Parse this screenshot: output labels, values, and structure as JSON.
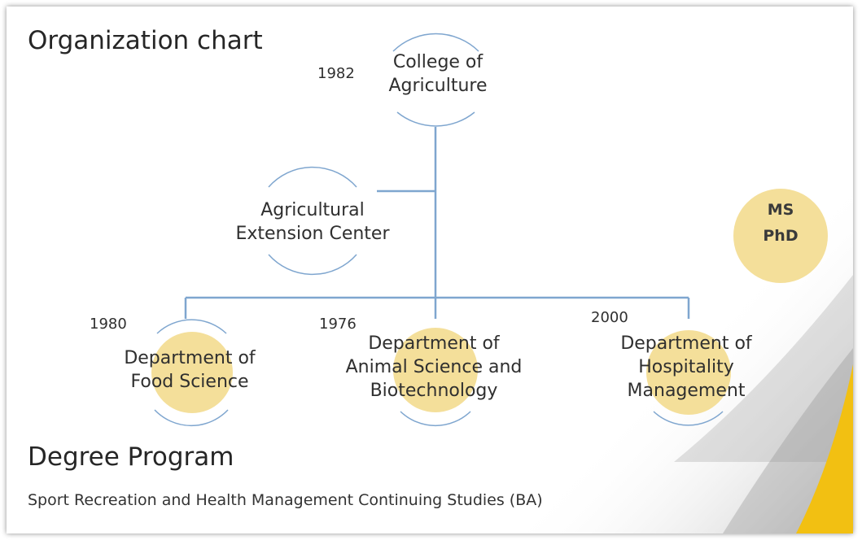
{
  "title": "Organization chart",
  "root": {
    "label_line1": "College of",
    "label_line2": "Agriculture",
    "year": "1982"
  },
  "extension": {
    "label_line1": "Agricultural",
    "label_line2": "Extension Center"
  },
  "departments": [
    {
      "year": "1980",
      "label_lines": [
        "Department of",
        "Food Science"
      ]
    },
    {
      "year": "1976",
      "label_lines": [
        "Department of",
        "Animal Science and",
        "Biotechnology"
      ]
    },
    {
      "year": "2000",
      "label_lines": [
        "Department of",
        "Hospitality",
        "Management"
      ]
    }
  ],
  "graduate": {
    "line1": "MS",
    "line2": "PhD"
  },
  "degree_heading": "Degree Program",
  "degree_list": "Sport Recreation and Health Management Continuing Studies (BA)",
  "colors": {
    "line": "#7fa6cf",
    "highlight": "#f3dc8f",
    "accent": "#f2c012"
  }
}
